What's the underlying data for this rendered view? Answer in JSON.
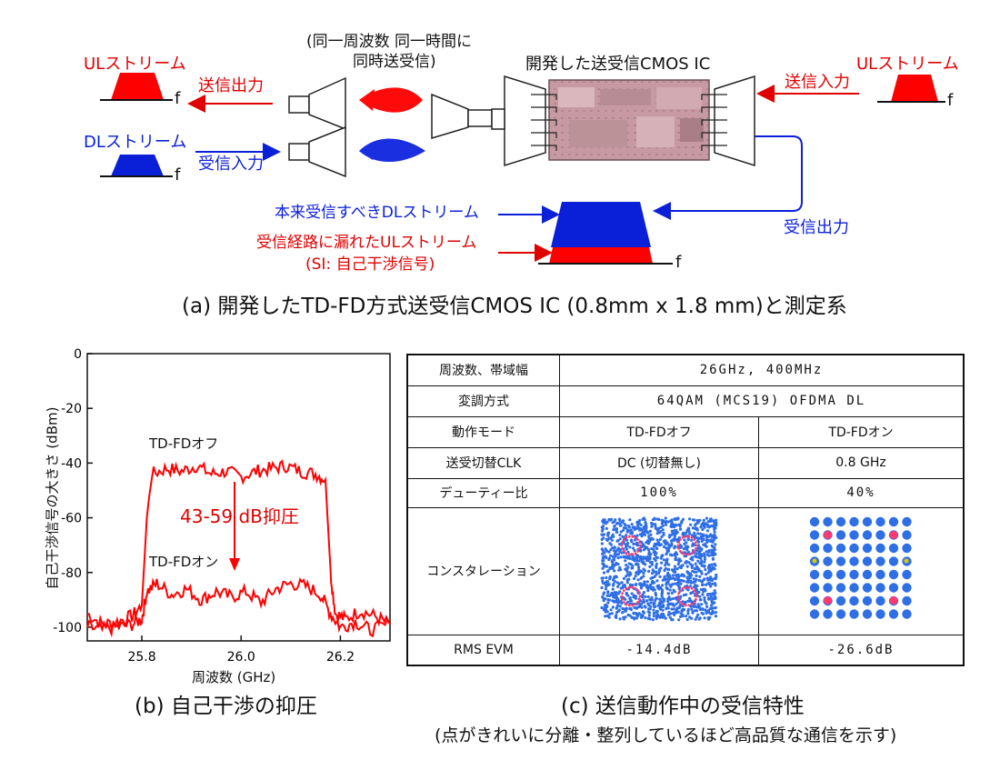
{
  "diagram": {
    "ul_stream_left": "ULストリーム",
    "dl_stream_left": "DLストリーム",
    "ul_stream_right": "ULストリーム",
    "tx_output": "送信出力",
    "rx_input": "受信入力",
    "tx_input": "送信入力",
    "rx_output": "受信出力",
    "same_freq_line1": "(同一周波数 同一時間に",
    "same_freq_line2": "同時送受信)",
    "ic_title": "開発した送受信CMOS IC",
    "dl_should_receive": "本来受信すべきDLストリーム",
    "ul_leak": "受信経路に漏れたULストリーム",
    "si_label": "(SI: 自己干渉信号)",
    "freq_axis_f": "f",
    "caption_a": "(a) 開発したTD-FD方式送受信CMOS IC (0.8mm x 1.8 mm)と測定系",
    "colors": {
      "ul": "#ff0000",
      "dl": "#0a1fd8",
      "chip": "#c9a0a8"
    }
  },
  "chart_data": {
    "type": "line",
    "xlabel": "周波数 (GHz)",
    "ylabel": "自己干渉信号の大きさ (dBm)",
    "xlim": [
      25.69,
      26.3
    ],
    "ylim": [
      -105,
      0
    ],
    "xticks": [
      "25.8",
      "26.0",
      "26.2"
    ],
    "xtick_values": [
      25.8,
      26.0,
      26.2
    ],
    "yticks": [
      "0",
      "-20",
      "-40",
      "-60",
      "-80",
      "-100"
    ],
    "ytick_values": [
      0,
      -20,
      -40,
      -60,
      -80,
      -100
    ],
    "grid": false,
    "series": [
      {
        "name": "TD-FDオフ",
        "color": "#ff0000",
        "x": [
          25.69,
          25.72,
          25.75,
          25.78,
          25.8,
          25.81,
          25.82,
          25.85,
          25.88,
          25.91,
          25.94,
          25.97,
          26.0,
          26.03,
          26.06,
          26.09,
          26.12,
          26.15,
          26.17,
          26.18,
          26.19,
          26.21,
          26.24,
          26.27,
          26.3
        ],
        "y": [
          -95,
          -99,
          -98,
          -96,
          -92,
          -60,
          -44,
          -42,
          -43,
          -41,
          -44,
          -43,
          -45,
          -43,
          -42,
          -41,
          -43,
          -44,
          -46,
          -80,
          -95,
          -97,
          -94,
          -96,
          -99
        ]
      },
      {
        "name": "TD-FDオン",
        "color": "#ff0000",
        "x": [
          25.69,
          25.72,
          25.75,
          25.78,
          25.8,
          25.81,
          25.83,
          25.86,
          25.89,
          25.92,
          25.95,
          25.98,
          26.01,
          26.04,
          26.07,
          26.1,
          26.13,
          26.16,
          26.18,
          26.2,
          26.23,
          26.26,
          26.3
        ],
        "y": [
          -100,
          -101,
          -100,
          -99,
          -97,
          -87,
          -84,
          -88,
          -86,
          -90,
          -87,
          -89,
          -87,
          -91,
          -86,
          -84,
          -85,
          -88,
          -95,
          -100,
          -98,
          -101,
          -99
        ]
      }
    ],
    "annotations": {
      "off_label": "TD-FDオフ",
      "on_label": "TD-FDオン",
      "suppression": "43-59 dB抑圧"
    }
  },
  "caption_b": "(b) 自己干渉の抑圧",
  "table": {
    "rows": {
      "freq_label": "周波数、帯域幅",
      "freq_value": "26GHz, 400MHz",
      "mod_label": "変調方式",
      "mod_value": "64QAM (MCS19) OFDMA DL",
      "mode_label": "動作モード",
      "mode_off": "TD-FDオフ",
      "mode_on": "TD-FDオン",
      "clk_label": "送受切替CLK",
      "clk_off": "DC (切替無し)",
      "clk_on": "0.8 GHz",
      "duty_label": "デューティー比",
      "duty_off": "100%",
      "duty_on": "40%",
      "const_label": "コンスタレーション",
      "evm_label": "RMS EVM",
      "evm_off": "-14.4dB",
      "evm_on": "-26.6dB"
    },
    "colors": {
      "constellation": "#2f6fe6",
      "pilot_red": "#ff3a6e",
      "pilot_yellow": "#e0c800"
    }
  },
  "caption_c1": "(c) 送信動作中の受信特性",
  "caption_c2": "(点がきれいに分離・整列しているほど高品質な通信を示す)"
}
